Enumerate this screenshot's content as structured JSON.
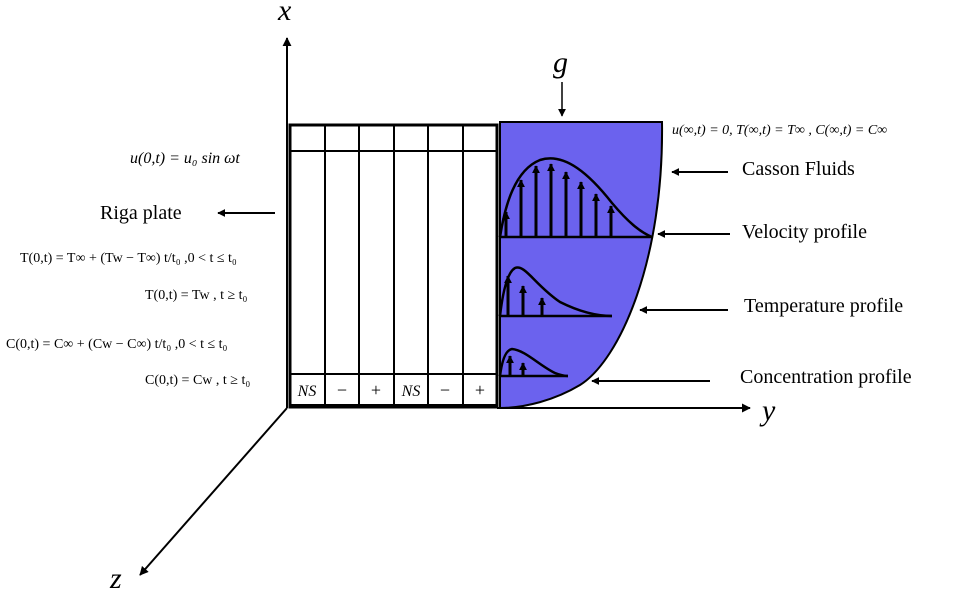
{
  "axes": {
    "x": "x",
    "y": "y",
    "z": "z",
    "gravity": "g"
  },
  "labels": {
    "riga_plate": "Riga plate",
    "casson": "Casson Fluids",
    "velocity": "Velocity profile",
    "temperature": "Temperature profile",
    "concentration": "Concentration profile"
  },
  "boundary": {
    "u0": "u(0,t) = u₀ sin ωt",
    "t_ramp": "T(0,t) = T∞ + (Tw − T∞) t/t₀ ,0 < t ≤ t₀",
    "t_const": "T(0,t) = Tw , t ≥ t₀",
    "c_ramp": "C(0,t) = C∞ + (Cw − C∞) t/t₀ ,0 < t ≤ t₀",
    "c_const": "C(0,t) = Cw , t ≥ t₀",
    "far_field": "u(∞,t) = 0, T(∞,t) = T∞ , C(∞,t) = C∞"
  },
  "plate_cells": [
    "NS",
    "−",
    "+",
    "NS",
    "−",
    "+"
  ],
  "colors": {
    "fluid": "#6b62ee",
    "line": "#000000"
  }
}
